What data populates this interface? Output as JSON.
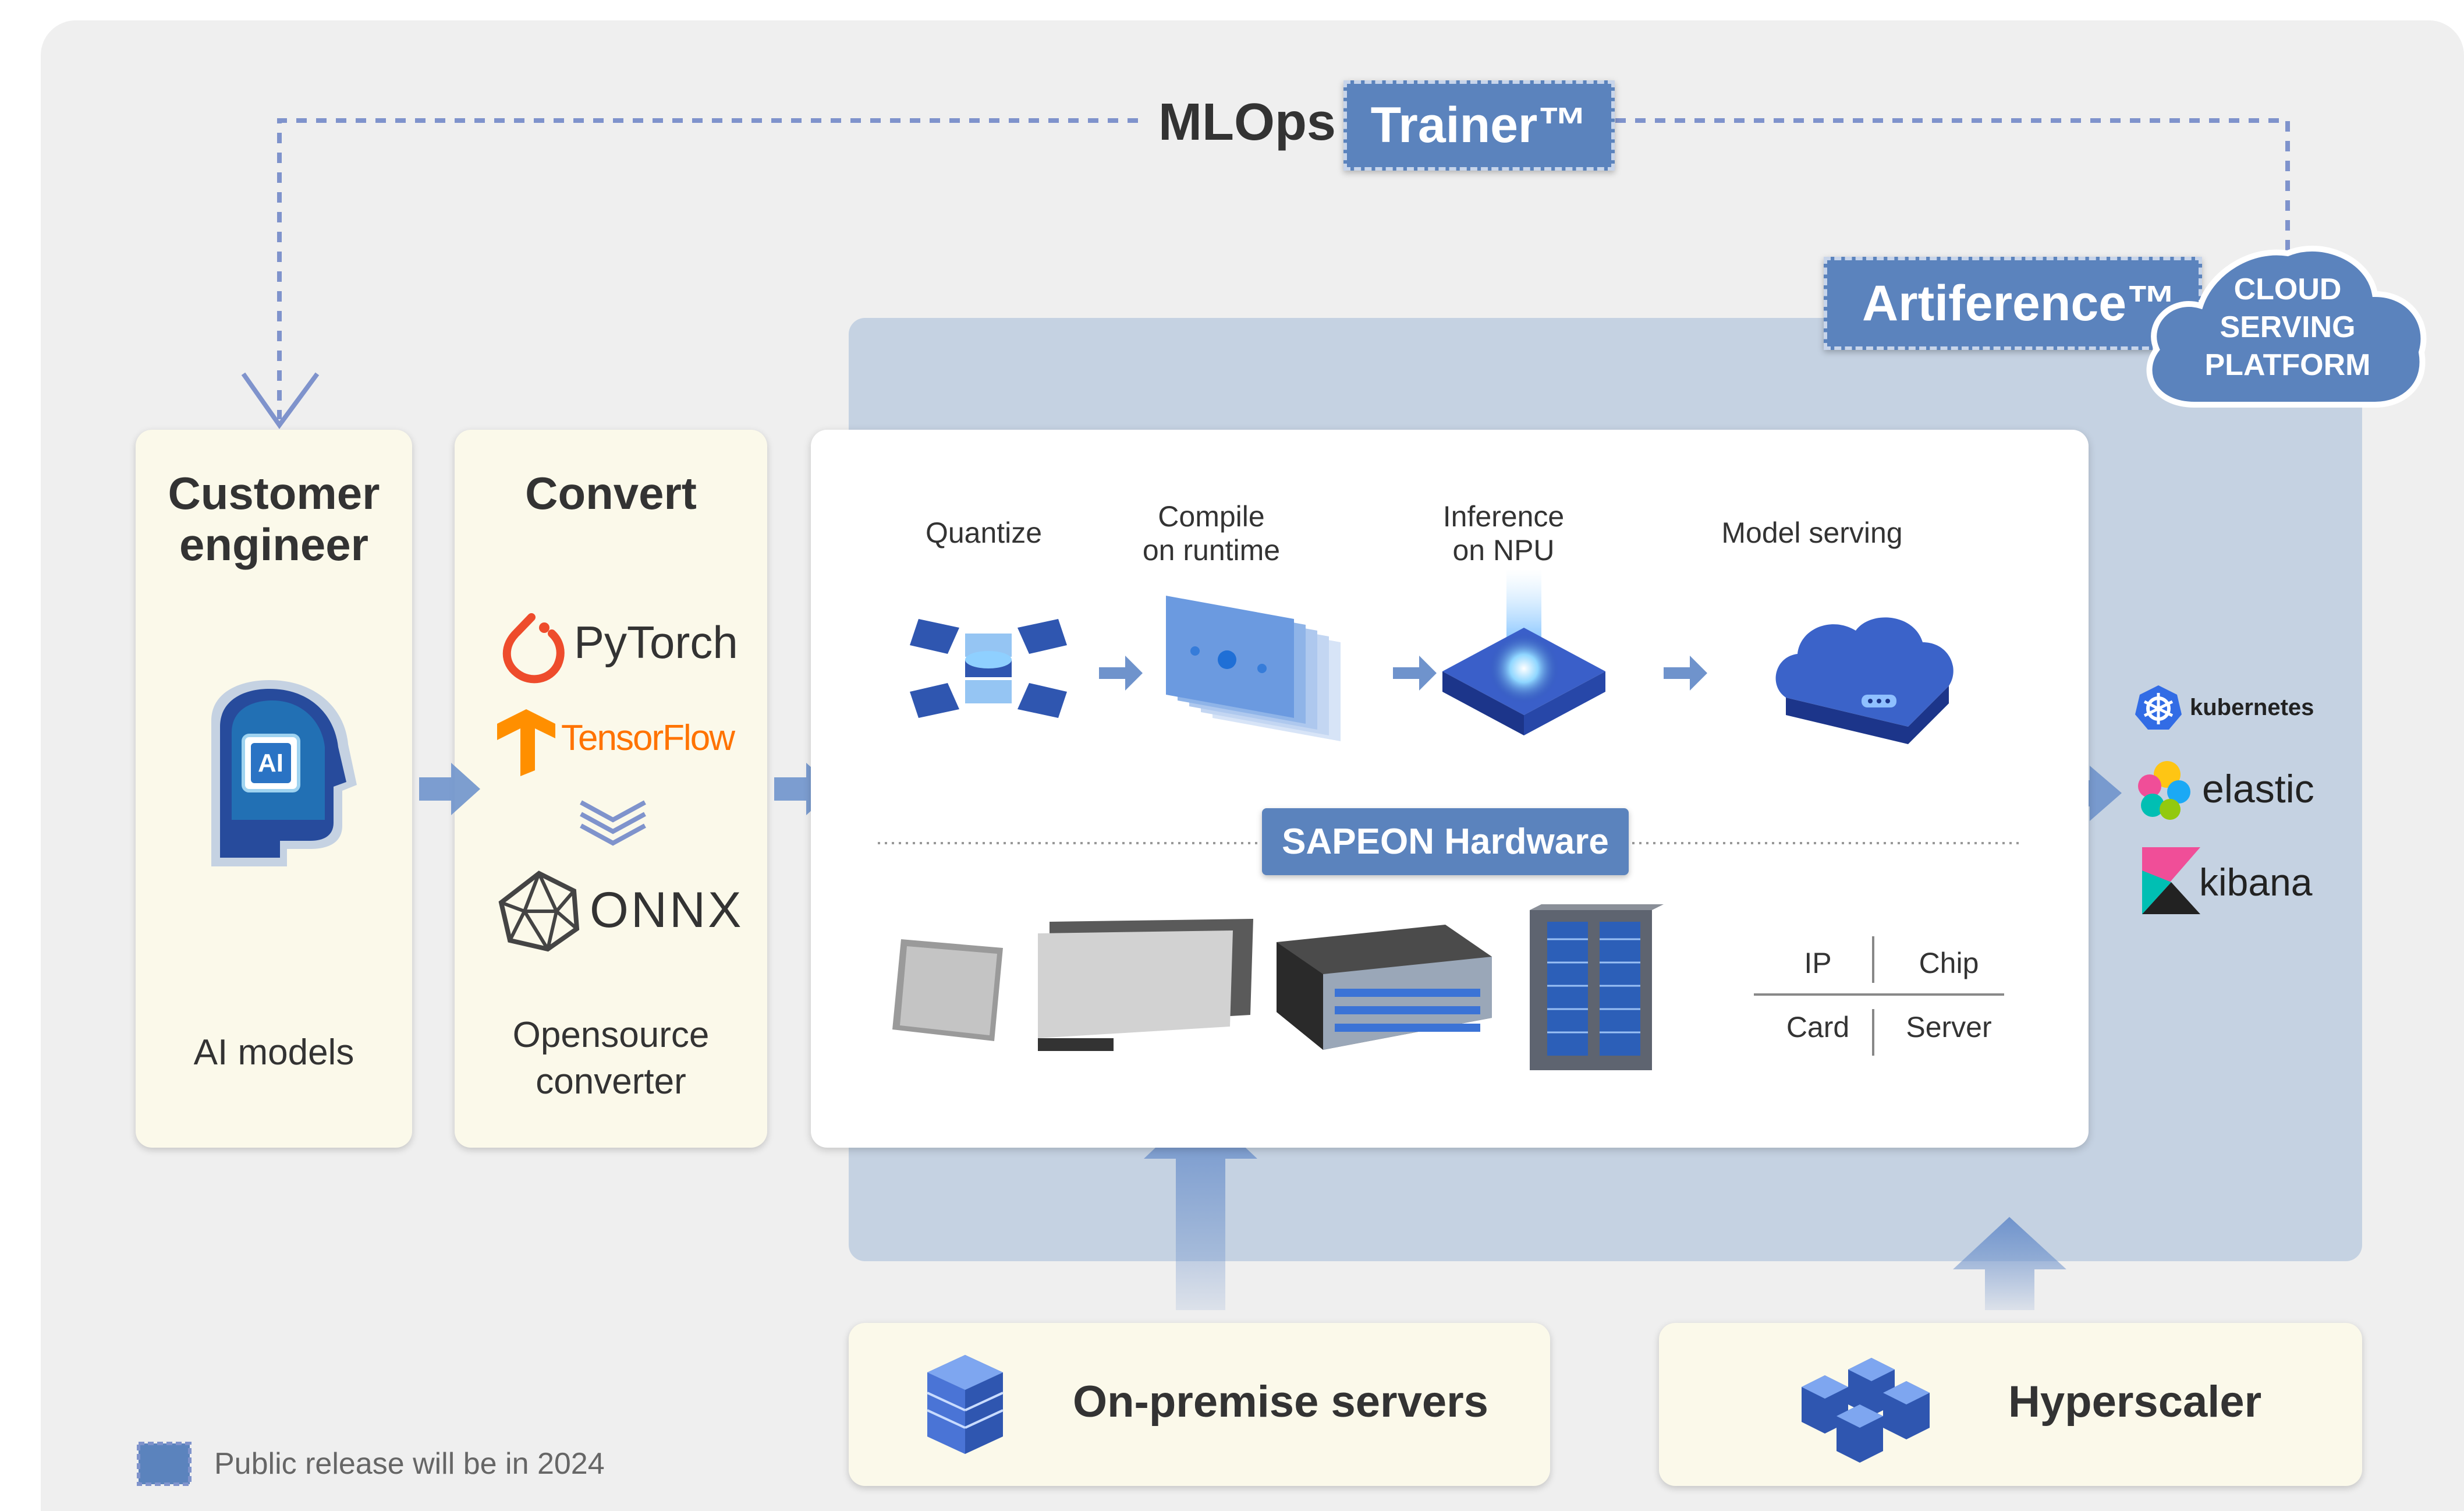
{
  "mlops": {
    "label": "MLOps",
    "trainer": "Trainer™"
  },
  "artiference": {
    "label": "Artiference™",
    "cloud": [
      "CLOUD",
      "SERVING",
      "PLATFORM"
    ]
  },
  "customer": {
    "title_line1": "Customer",
    "title_line2": "engineer",
    "icon_text": "AI",
    "caption": "AI models"
  },
  "convert": {
    "title": "Convert",
    "pytorch": "PyTorch",
    "tensorflow": "TensorFlow",
    "onnx": "ONNX",
    "caption_line1": "Opensource",
    "caption_line2": "converter"
  },
  "pipeline": {
    "quantize": "Quantize",
    "compile_line1": "Compile",
    "compile_line2": "on runtime",
    "inference_line1": "Inference",
    "inference_line2": "on NPU",
    "serving": "Model serving"
  },
  "hardware": {
    "label": "SAPEON Hardware",
    "ip": "IP",
    "chip": "Chip",
    "card": "Card",
    "server": "Server"
  },
  "tools": {
    "kubernetes": "kubernetes",
    "elastic": "elastic",
    "kibana": "kibana"
  },
  "onpremise": "On-premise servers",
  "hyperscaler": "Hyperscaler",
  "legend": "Public release will be in 2024",
  "colors": {
    "accent": "#5b83bd",
    "dashed": "#7f93cc",
    "arrow": "#6f93cc",
    "cream": "#fbf9ea",
    "platform_bg": "#c5d2e2"
  }
}
